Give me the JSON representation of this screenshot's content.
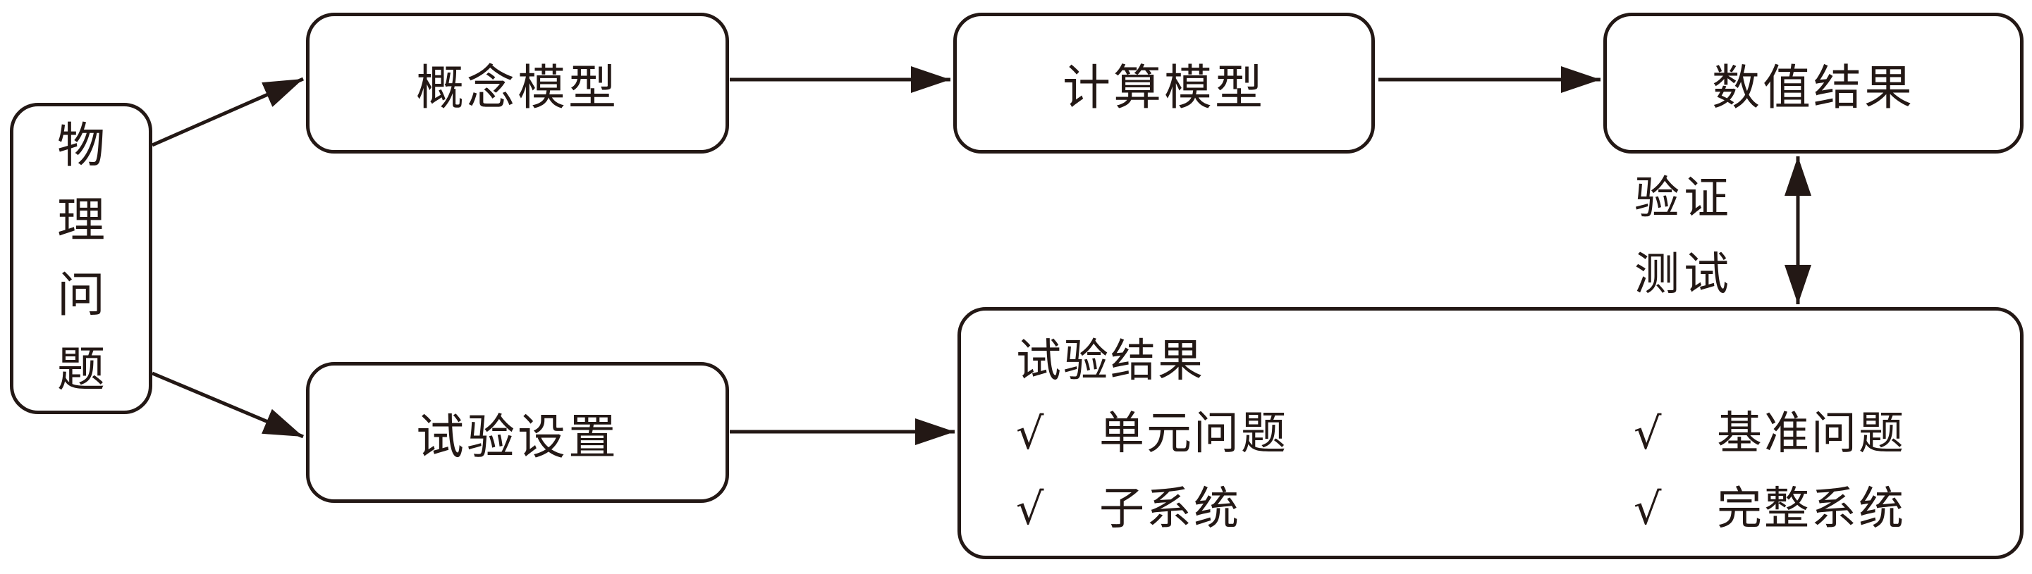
{
  "diagram": {
    "physical_problem": {
      "chars": [
        "物",
        "理",
        "问",
        "题"
      ]
    },
    "conceptual_model": "概念模型",
    "computational_model": "计算模型",
    "numerical_results": "数值结果",
    "test_setup": "试验设置",
    "validation_label": {
      "line1": "验证",
      "line2": "测试"
    },
    "test_results": {
      "title": "试验结果",
      "check_mark": "√",
      "items": [
        "单元问题",
        "基准问题",
        "子系统",
        "完整系统"
      ]
    }
  },
  "colors": {
    "stroke": "#231815",
    "background": "#ffffff"
  }
}
